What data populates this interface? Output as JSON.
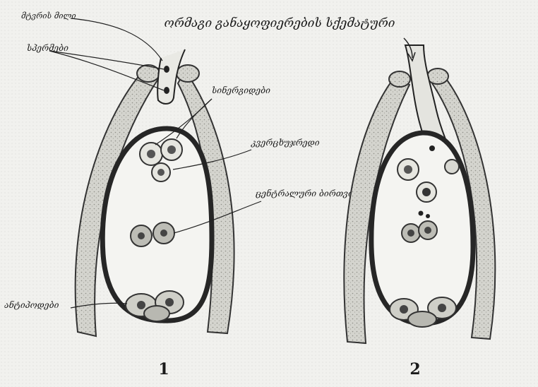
{
  "title": "ორმაგი განაყოფიერების სქემატური",
  "labels": {
    "pollen_tube": "მტვრის მილი",
    "sperm_cells": "სპერმები",
    "synergids": "სინერგიდები",
    "egg_cell": "კვერცხუჯრედი",
    "central_nuclei": "ცენტრალური ბირთვი",
    "antipodals": "ანტიპოდები"
  },
  "panels": [
    {
      "number": "1"
    },
    {
      "number": "2"
    }
  ],
  "colors": {
    "ink": "#1a1a1a",
    "paper": "#f1f1ee",
    "integument": "#d2d2cc",
    "sac_wall": "#262626",
    "nucleus": "#bdbdb6"
  }
}
